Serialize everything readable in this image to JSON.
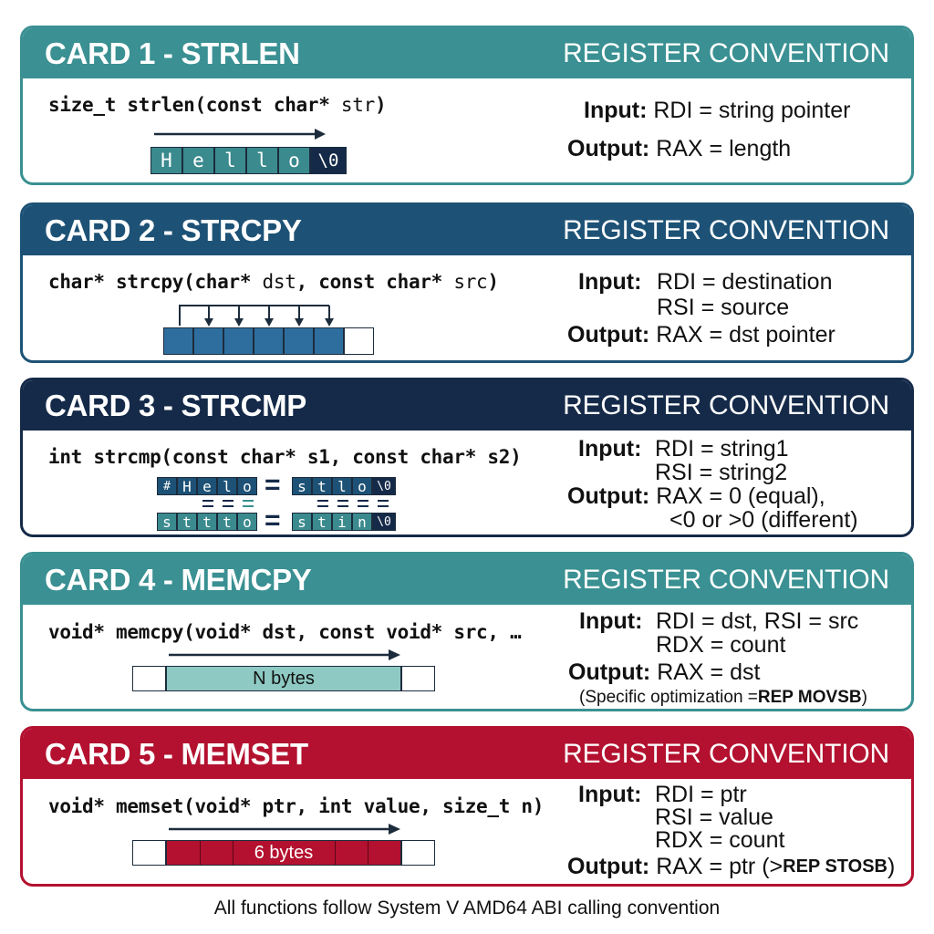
{
  "colors": {
    "card1": "#3a9092",
    "card2": "#1d5276",
    "card3": "#152a49",
    "card4": "#3a9092",
    "card5": "#b3112f",
    "cell_teal": "#3a8a8e",
    "cell_blue": "#2e6e9e",
    "cell_light": "#8ec9c3",
    "cell_red": "#b3112f"
  },
  "cards": [
    {
      "title": "CARD 1 - STRLEN",
      "convention": "REGISTER CONVENTION",
      "signature": [
        "size_t strlen(const char* ",
        "str",
        ")"
      ],
      "input_label": "Input:",
      "input_lines": [
        "RDI  = string pointer"
      ],
      "output_label": "Output:",
      "output_lines": [
        "RAX  = length"
      ],
      "cells": [
        "H",
        "e",
        "l",
        "l",
        "o",
        "\\0"
      ]
    },
    {
      "title": "CARD 2 - STRCPY",
      "convention": "REGISTER CONVENTION",
      "signature": [
        "char* strcpy(char* ",
        "dst",
        ", const char* ",
        "src",
        ")"
      ],
      "input_label": "Input:",
      "input_lines": [
        "RDI = destination",
        "RSI = source"
      ],
      "output_label": "Output:",
      "output_lines": [
        "RAX = dst pointer"
      ]
    },
    {
      "title": "CARD 3 - STRCMP",
      "convention": "REGISTER CONVENTION",
      "signature": [
        "int strcmp(const char* s1, const char* s2)"
      ],
      "input_label": "Input:",
      "input_lines": [
        "RDI = string1",
        "RSI = string2"
      ],
      "output_label": "Output:",
      "output_lines": [
        "RAX = 0 (equal),",
        "<0 or >0 (different)"
      ],
      "row1_left": [
        "#",
        "H",
        "e",
        "l",
        "o"
      ],
      "row1_right": [
        "s",
        "t",
        "l",
        "o",
        "\\0"
      ],
      "row2_left": [
        "s",
        "t",
        "t",
        "t",
        "o"
      ],
      "row2_right": [
        "s",
        "t",
        "i",
        "n",
        "\\0"
      ],
      "eq": "="
    },
    {
      "title": "CARD 4 - MEMCPY",
      "convention": "REGISTER CONVENTION",
      "signature": [
        "void* memcpy(void* dst, const void* src, …"
      ],
      "input_label": "Input:",
      "input_lines": [
        "RDI = dst, RSI = src",
        "RDX = count"
      ],
      "output_label": "Output:",
      "output_lines": [
        "RAX = dst"
      ],
      "note_prefix": "(Specific optimization = ",
      "note_bold": "REP MOVSB",
      "note_suffix": ")",
      "bar_label": "N bytes"
    },
    {
      "title": "CARD 5 - MEMSET",
      "convention": "REGISTER CONVENTION",
      "signature": [
        "void* memset(void* ptr, int value, size_t n)"
      ],
      "input_label": "Input:",
      "input_lines": [
        "RDI = ptr",
        "RSI = value",
        "RDX = count"
      ],
      "output_label": "Output:",
      "output_text": "RAX = ptr (> ",
      "output_bold": "REP STOSB",
      "output_end": ")",
      "bar_label": "6 bytes"
    }
  ],
  "footer": "All functions follow System V AMD64 ABI calling convention"
}
